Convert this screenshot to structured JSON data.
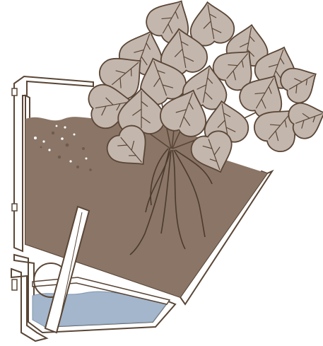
{
  "diagram": {
    "subject": "self-watering-planter-cross-section",
    "colors": {
      "background": "#ffffff",
      "outline": "#5a4636",
      "soil": "#8a7566",
      "soil_dark": "#6f5b4d",
      "water": "#a3b6cc",
      "water_line": "#7f95ad",
      "leaf_fill": "#c3b6ad",
      "leaf_stroke": "#5a4636",
      "vein": "#5a4636",
      "root": "#4b3a2e",
      "container_fill": "#ffffff",
      "tube": "#ffffff"
    },
    "parts": [
      {
        "id": "container-wall",
        "icon": "planter-outline"
      },
      {
        "id": "soil",
        "icon": "soil-mass"
      },
      {
        "id": "water-reservoir",
        "icon": "water-pool"
      },
      {
        "id": "water-level-tube",
        "icon": "indicator-tube"
      },
      {
        "id": "float-valve",
        "icon": "float-circle"
      },
      {
        "id": "plant",
        "icon": "leafy-plant"
      },
      {
        "id": "roots",
        "icon": "root-system"
      }
    ]
  }
}
